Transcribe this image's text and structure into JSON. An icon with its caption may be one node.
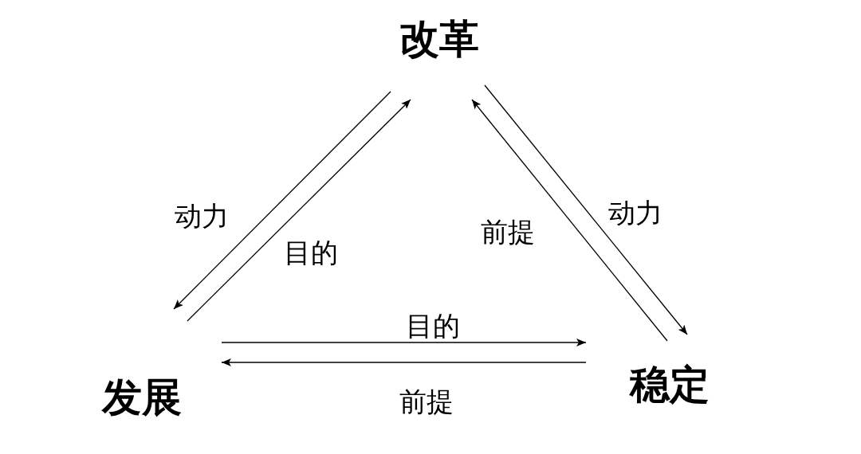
{
  "diagram": {
    "nodes": [
      {
        "text": [
          "改革"
        ]
      },
      {
        "text": [
          "发展"
        ]
      },
      {
        "text": [
          "稳定"
        ]
      }
    ],
    "edges": [
      {
        "from": 0,
        "to": 1,
        "arrow": "to",
        "label": "动力"
      },
      {
        "from": 1,
        "to": 0,
        "arrow": "to",
        "label": "目的"
      },
      {
        "from": 2,
        "to": 0,
        "arrow": "to",
        "label": "前提"
      },
      {
        "from": 0,
        "to": 2,
        "arrow": "to",
        "label": "动力"
      },
      {
        "from": 1,
        "to": 2,
        "arrow": "to",
        "label": "目的"
      },
      {
        "from": 2,
        "to": 1,
        "arrow": "to",
        "label": "前提"
      }
    ]
  }
}
